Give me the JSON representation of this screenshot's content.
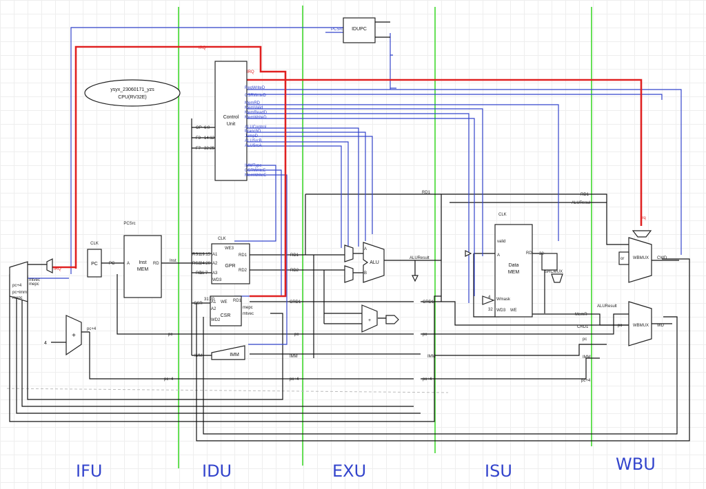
{
  "title": {
    "line1": "ysyx_23060171_yzs",
    "line2": "CPU(RV32E)"
  },
  "stages": {
    "ifu": "IFU",
    "idu": "IDU",
    "exu": "EXU",
    "isu": "ISU",
    "wbu": "WBU"
  },
  "blocks": {
    "pc": "PC",
    "pc_clk": "CLK",
    "pcsrc_label": "PCSrc",
    "imem_1": "Inst",
    "imem_2": "MEM",
    "imem_a": "A",
    "imem_rd": "RD",
    "imem_inst": "Inst",
    "gpr": "GPR",
    "gpr_clk": "CLK",
    "gpr_we3": "WE3",
    "gpr_a1": "A1",
    "gpr_a2": "A2",
    "gpr_a3": "A3",
    "gpr_wd3": "WD3",
    "gpr_rd1": "RD1",
    "gpr_rd2": "RD2",
    "csr": "CSR",
    "csr_we": "WE",
    "csr_a1": "A1",
    "csr_a2": "A2",
    "csr_wd2": "WD2",
    "csr_rd1": "RD1",
    "csr_mepc": "mepc",
    "csr_mtvec": "mtvec",
    "imm": "IMM",
    "cu_1": "Control",
    "cu_2": "Unit",
    "idupc": "IDUPC",
    "alu": "ALU",
    "alu_a": "A",
    "alu_b": "B",
    "dmem_1": "Data",
    "dmem_2": "MEM",
    "dmem_clk": "CLK",
    "dmem_valid": "valid",
    "dmem_a": "A",
    "dmem_rd": "RD",
    "dmem_wmask": "Wmask",
    "dmem_wd3": "WD3",
    "dmem_we": "WE",
    "adder_plus": "+",
    "adder_const": "4",
    "adder_out": "pc+4",
    "exu_plus": "+",
    "or_gate": "or"
  },
  "control_signals": {
    "irq1": "IRQ",
    "irq2": "IRQ",
    "irq_ifu": "IRQ",
    "irq_wbu": "irq",
    "pcsrc": "PCSrc",
    "regwrite": "RegWriteD",
    "csrwrite": "CSRWriteD",
    "memrd": "MemRD",
    "memvalid": "MemValid",
    "memread": "MemReadD",
    "memwrite": "MemWriteD",
    "aluctrl": "ALUControl",
    "branch": "BranchD",
    "jump": "JumpD",
    "alusrcb": "ALUSrcB",
    "alusrca": "ALUSrcA",
    "immtype": "IMMType",
    "csrwrite2": "CSRWriteE",
    "memwrite2": "MemWriteE",
    "op": "OP",
    "op_bits": "6:0",
    "f3": "F3",
    "f3_bits": "14:12",
    "f7": "F7",
    "f7_bits": "32:25"
  },
  "bus_labels": {
    "rd1": "RD1",
    "rd2": "RD2",
    "crd1": "CRD1",
    "pc": "pc",
    "imm": "IMM",
    "pc4": "pc+4",
    "aluresult": "ALUResult",
    "aluresul": "ALUResul",
    "memr": "MemR",
    "cwd": "CWD",
    "wd": "WD",
    "rs1": "RS1",
    "rs2": "RS2",
    "rd": "RD",
    "csr": "CSR",
    "rd_isu": "RD",
    "x32": "32",
    "mask4": "4",
    "pc_ifu": "PC",
    "wd_pc": "pc",
    "mepc": "mepc",
    "mtvec": "mtvec",
    "pcplus4_ifu": "pc+4",
    "rs1_bits": "19:15",
    "rs2_bits": "24:20",
    "rd_bits": "11:7",
    "csr_bits": "31:20",
    "wbmux": "WBMUX",
    "wbmux2": "WBMUX",
    "srcmux": "SRCMUX",
    "pc_src_mux_1": "pc+imm",
    "pc_src_mux_2": "mepc"
  },
  "colors": {
    "wire": "#111111",
    "control": "#3344cc",
    "irq": "#e02020",
    "stage_line": "#55dd44",
    "stage_label": "#3344cc"
  }
}
